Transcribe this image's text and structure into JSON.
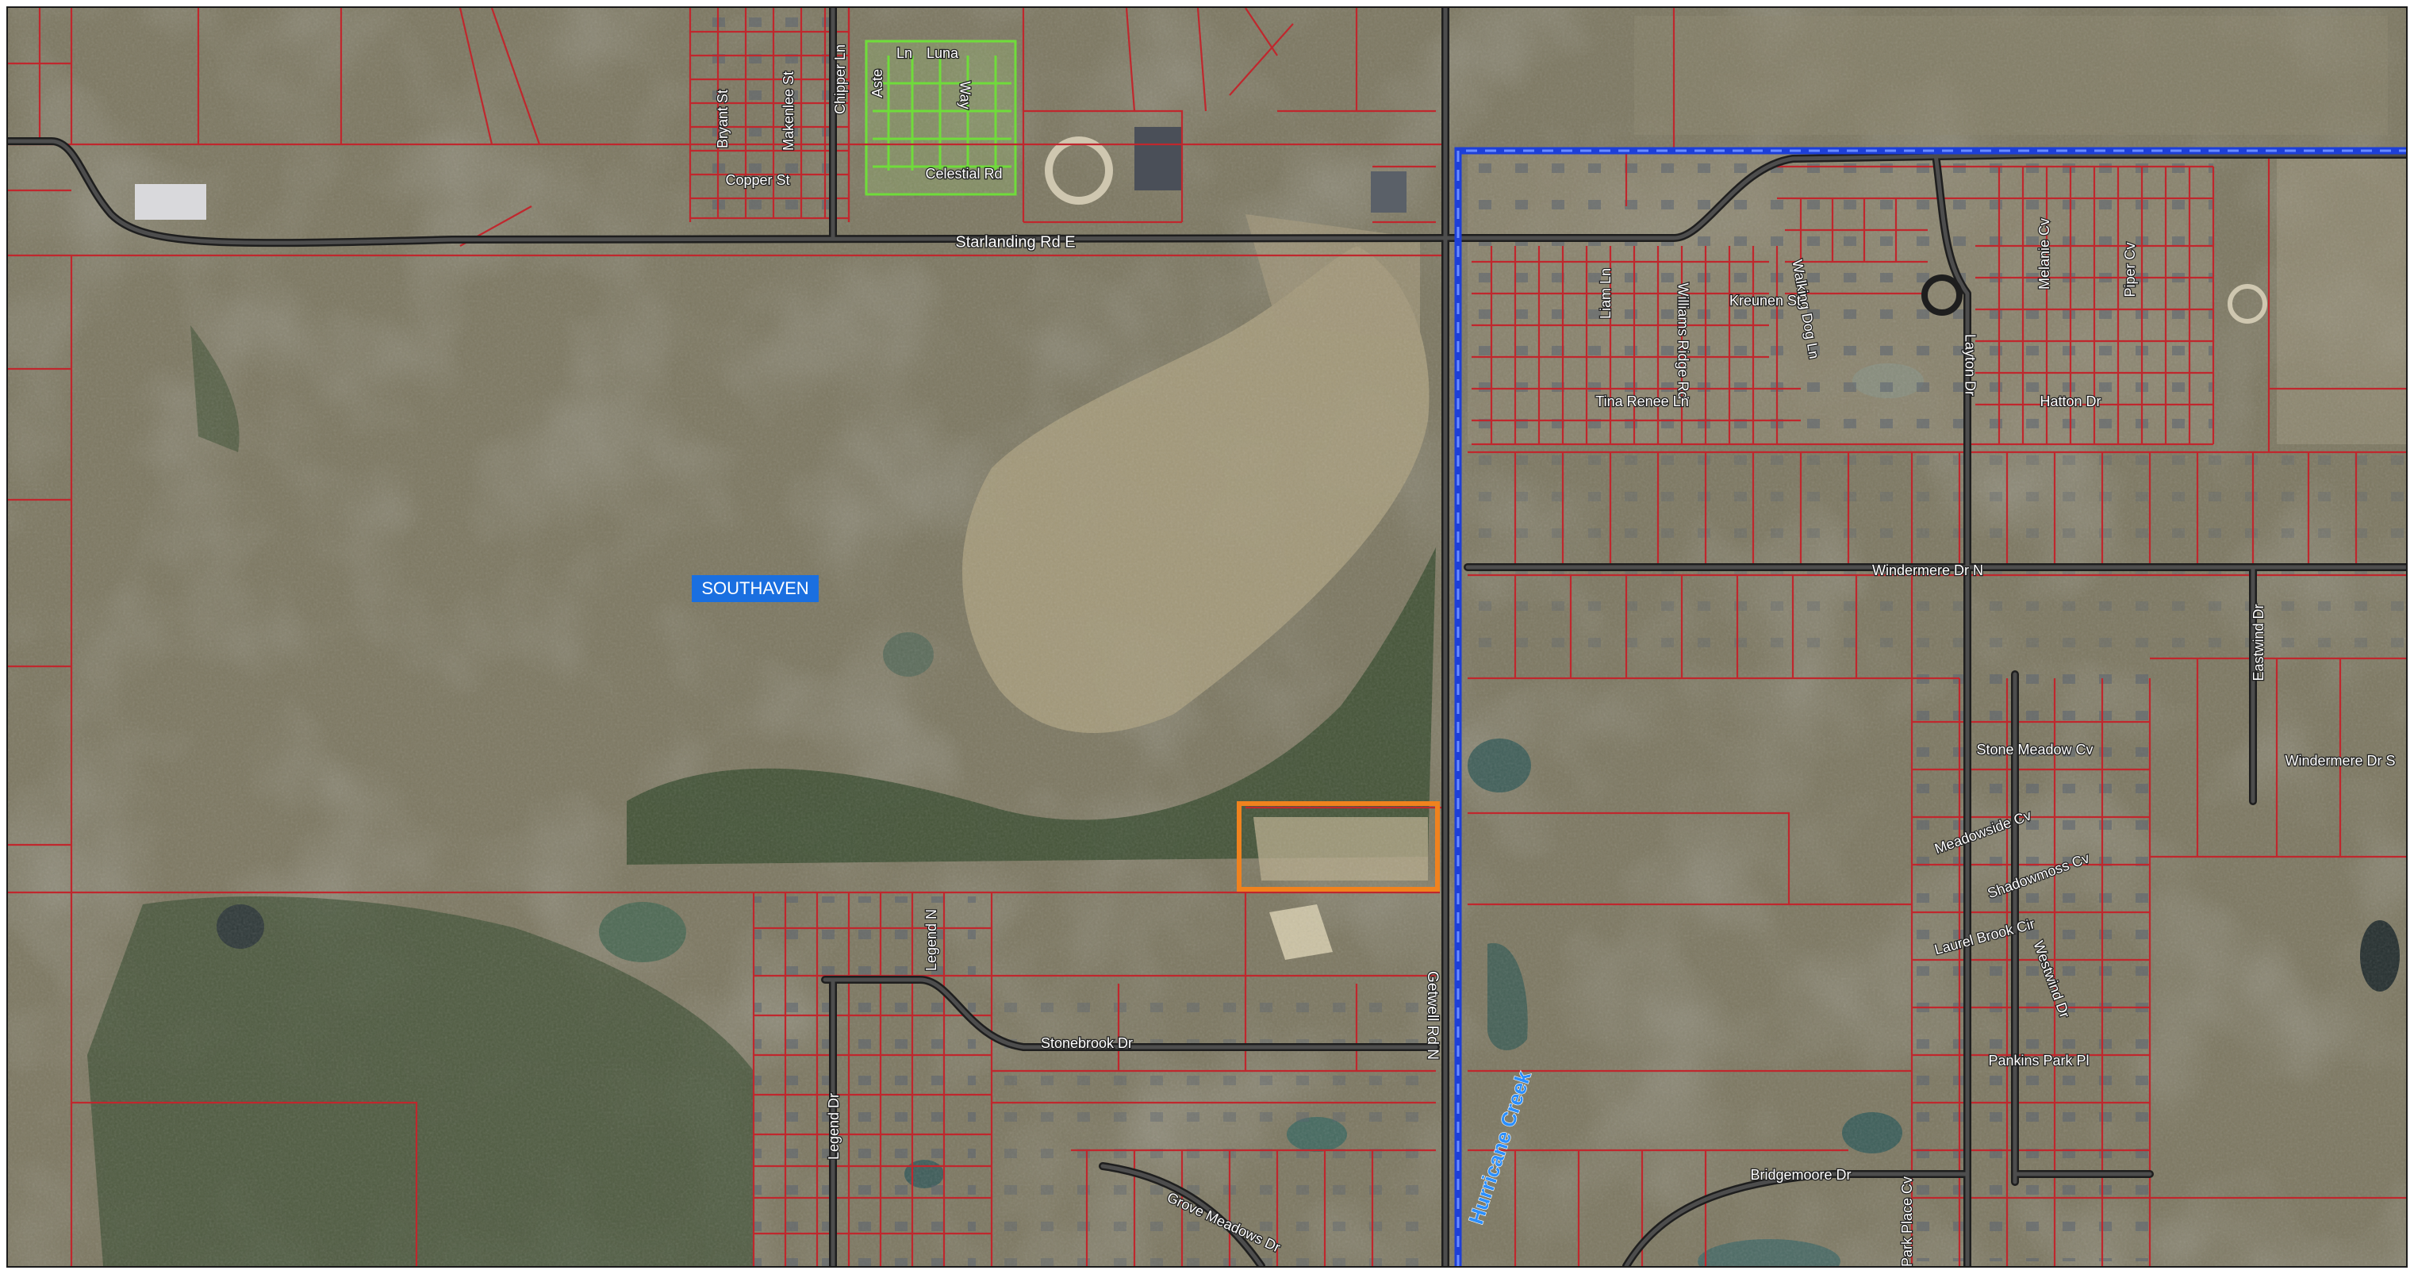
{
  "map": {
    "place_label": "SOUTHAVEN",
    "water_label": "Hurricane Creek",
    "colors": {
      "parcel_line": "#c0272d",
      "road_casing": "#1e1e1e",
      "road_fill": "#4d4d4d",
      "city_boundary": "#1d3fd8",
      "subject_outline": "#f0821e",
      "place_label_bg": "#1a6fe0",
      "place_label_text": "#ffffff",
      "water_label_text": "#2b8fff",
      "street_label_text": "#ffffff",
      "subdivision_plat_lines": "#6fdc3a"
    },
    "streets": [
      {
        "key": "starlanding",
        "name": "Starlanding Rd E"
      },
      {
        "key": "getwell",
        "name": "Getwell Rd N"
      },
      {
        "key": "bryant",
        "name": "Bryant St"
      },
      {
        "key": "makenlee",
        "name": "Makenlee St"
      },
      {
        "key": "chipper",
        "name": "Chipper Ln"
      },
      {
        "key": "aste",
        "name": "Aste"
      },
      {
        "key": "ln",
        "name": "Ln"
      },
      {
        "key": "luna",
        "name": "Luna"
      },
      {
        "key": "way",
        "name": "Way"
      },
      {
        "key": "copper",
        "name": "Copper St"
      },
      {
        "key": "celestial",
        "name": "Celestial Rd"
      },
      {
        "key": "williams",
        "name": "Williams Ridge Rd"
      },
      {
        "key": "walkingdog",
        "name": "Walking Dog Ln"
      },
      {
        "key": "melanie",
        "name": "Melanie Cv"
      },
      {
        "key": "piper",
        "name": "Piper Cv"
      },
      {
        "key": "liam",
        "name": "Liam Ln"
      },
      {
        "key": "kreunen",
        "name": "Kreunen St"
      },
      {
        "key": "layton",
        "name": "Layton Dr"
      },
      {
        "key": "tinarenee",
        "name": "Tina Renee Ln"
      },
      {
        "key": "hatton",
        "name": "Hatton Dr"
      },
      {
        "key": "windermeren",
        "name": "Windermere Dr N"
      },
      {
        "key": "eastwind",
        "name": "Eastwind Dr"
      },
      {
        "key": "windermeres",
        "name": "Windermere Dr S"
      },
      {
        "key": "stonemeadow",
        "name": "Stone Meadow Cv"
      },
      {
        "key": "meadowside",
        "name": "Meadowside Cv"
      },
      {
        "key": "shadowmoss",
        "name": "Shadowmoss Cv"
      },
      {
        "key": "laurelbrook",
        "name": "Laurel Brook Cir"
      },
      {
        "key": "westwind",
        "name": "Westwind Dr"
      },
      {
        "key": "pankins",
        "name": "Pankins Park Pl"
      },
      {
        "key": "bridgemoore",
        "name": "Bridgemoore Dr"
      },
      {
        "key": "parkplace",
        "name": "Park Place Cv"
      },
      {
        "key": "legendn",
        "name": "Legend N"
      },
      {
        "key": "stonebrook",
        "name": "Stonebrook Dr"
      },
      {
        "key": "legenddr",
        "name": "Legend Dr"
      },
      {
        "key": "grovemeadows",
        "name": "Grove Meadows Dr"
      }
    ]
  }
}
